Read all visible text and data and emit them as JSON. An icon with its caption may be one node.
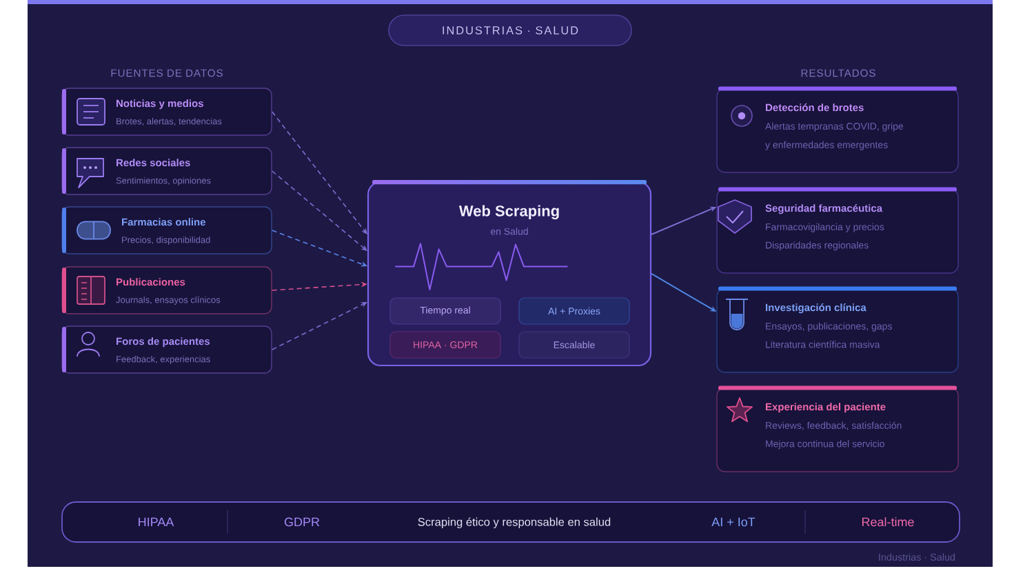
{
  "diagram": {
    "title": "INDUSTRIAS · SALUD",
    "nodes": [
      {
        "text": [
          "Noticias y medios",
          "Brotes, alertas, tendencias"
        ]
      },
      {
        "text": [
          "Redes sociales",
          "Sentimientos, opiniones"
        ]
      },
      {
        "text": [
          "Farmacias online",
          "Precios, disponibilidad"
        ]
      },
      {
        "text": [
          "Publicaciones",
          "Journals, ensayos clínicos"
        ]
      },
      {
        "text": [
          "Foros de pacientes",
          "Feedback, experiencias"
        ]
      },
      {
        "text": [
          "Web Scraping",
          "en Salud"
        ]
      },
      {
        "text": [
          "Tiempo real"
        ],
        "in": 5
      },
      {
        "text": [
          "AI + Proxies"
        ],
        "in": 5
      },
      {
        "text": [
          "HIPAA · GDPR"
        ],
        "in": 5
      },
      {
        "text": [
          "Escalable"
        ],
        "in": 5
      },
      {
        "text": [
          "Detección de brotes",
          "Alertas tempranas COVID, gripe y enfermedades emergentes"
        ]
      },
      {
        "text": [
          "Seguridad farmacéutica",
          "Farmacovigilancia y precios",
          "Disparidades regionales"
        ]
      },
      {
        "text": [
          "Investigación clínica",
          "Ensayos, publicaciones, gaps",
          "Literatura científica masiva"
        ]
      },
      {
        "text": [
          "Experiencia del paciente",
          "Reviews, feedback, satisfacción",
          "Mejora continua del servicio"
        ]
      },
      {
        "text": [
          "HIPAA",
          "GDPR",
          "Scraping ético y responsable en salud",
          "AI + IoT",
          "Real-time"
        ]
      }
    ],
    "edges": [
      {
        "from": 0,
        "to": 5,
        "arrow": "to",
        "style": "dashed"
      },
      {
        "from": 1,
        "to": 5,
        "arrow": "to",
        "style": "dashed"
      },
      {
        "from": 2,
        "to": 5,
        "arrow": "to",
        "style": "dashed",
        "color": "#5b84e8"
      },
      {
        "from": 3,
        "to": 5,
        "arrow": "to",
        "style": "dashed",
        "color": "#d9508f"
      },
      {
        "from": 4,
        "to": 5,
        "arrow": "to",
        "style": "dashed"
      },
      {
        "from": 5,
        "to": 11,
        "arrow": "to"
      },
      {
        "from": 5,
        "to": 12,
        "arrow": "to",
        "color": "#5086e6"
      }
    ],
    "labels": [
      "FUENTES DE DATOS",
      "RESULTADOS",
      "Industrias · Salud"
    ]
  }
}
